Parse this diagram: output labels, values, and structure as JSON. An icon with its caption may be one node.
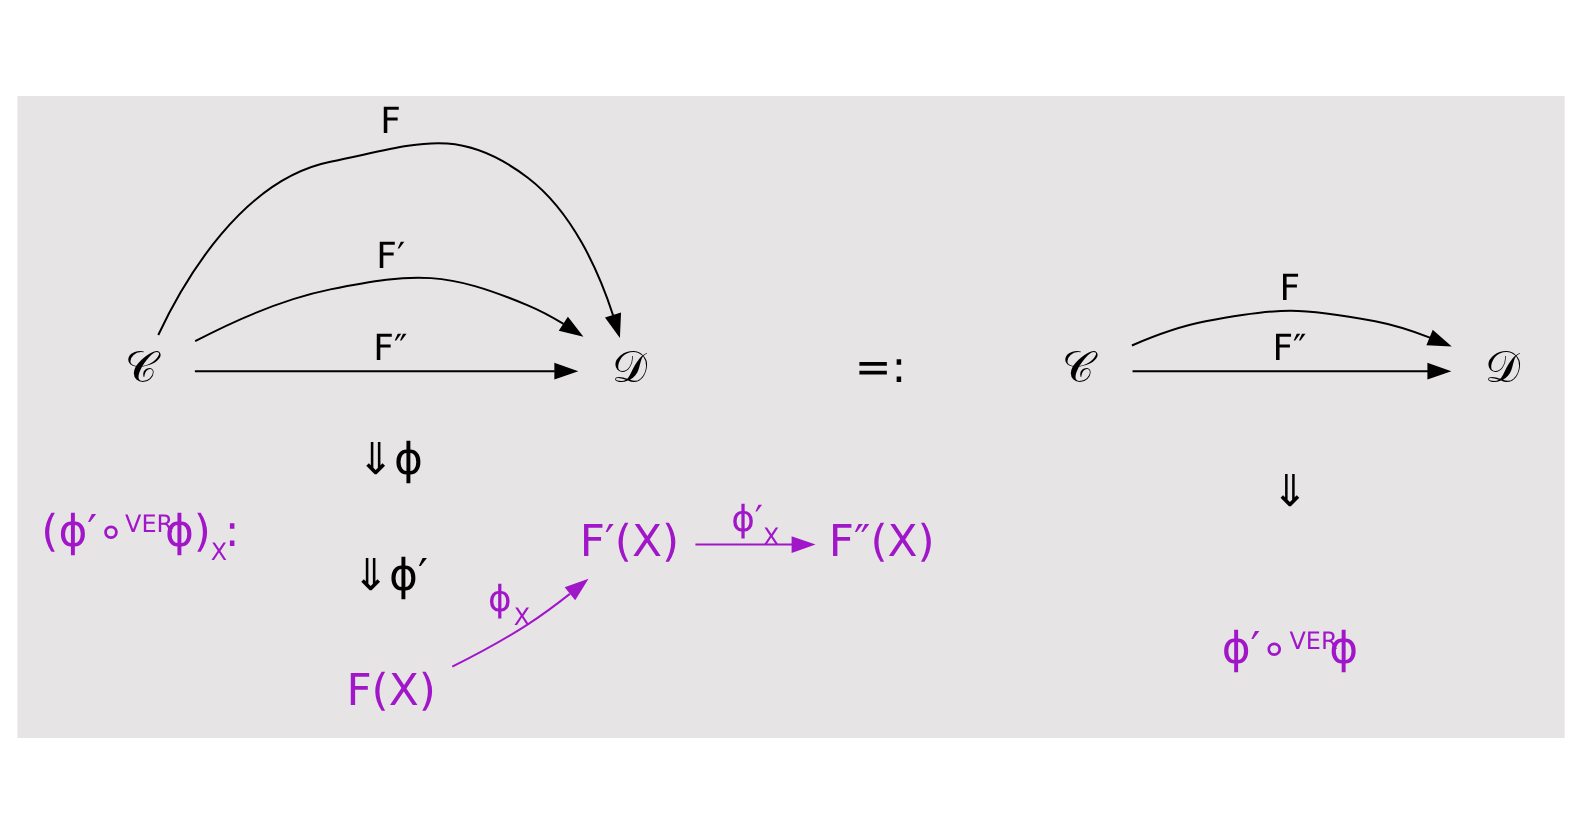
{
  "diagram": {
    "nodes": [
      {
        "text": [
          "𝒞"
        ]
      },
      {
        "text": [
          "𝒟"
        ]
      },
      {
        "text": [
          "𝒞"
        ]
      },
      {
        "text": [
          "𝒟"
        ]
      },
      {
        "text": [
          "F(X)"
        ]
      },
      {
        "text": [
          "F′(X)"
        ]
      },
      {
        "text": [
          "F″(X)"
        ]
      }
    ],
    "edges": [
      {
        "from": 0,
        "to": 1,
        "arrow": "to",
        "label": "F"
      },
      {
        "from": 0,
        "to": 1,
        "arrow": "to",
        "label": "F′"
      },
      {
        "from": 0,
        "to": 1,
        "arrow": "to",
        "label": "F″"
      },
      {
        "from": 2,
        "to": 3,
        "arrow": "to",
        "label": "F"
      },
      {
        "from": 2,
        "to": 3,
        "arrow": "to",
        "label": "F″"
      },
      {
        "from": 4,
        "to": 5,
        "arrow": "to",
        "label": "ϕ$_{X}$",
        "color": "#a016c8"
      },
      {
        "from": 5,
        "to": 6,
        "arrow": "to",
        "label": "ϕ′$_{X}$",
        "color": "#a016c8"
      }
    ],
    "labels": [
      "⇓ϕ",
      "⇓ϕ′",
      "=:",
      "⇓",
      "ϕ′∘$^{VER}$ϕ",
      "(ϕ′∘$^{VER}$ϕ)$_{X}$:"
    ]
  }
}
